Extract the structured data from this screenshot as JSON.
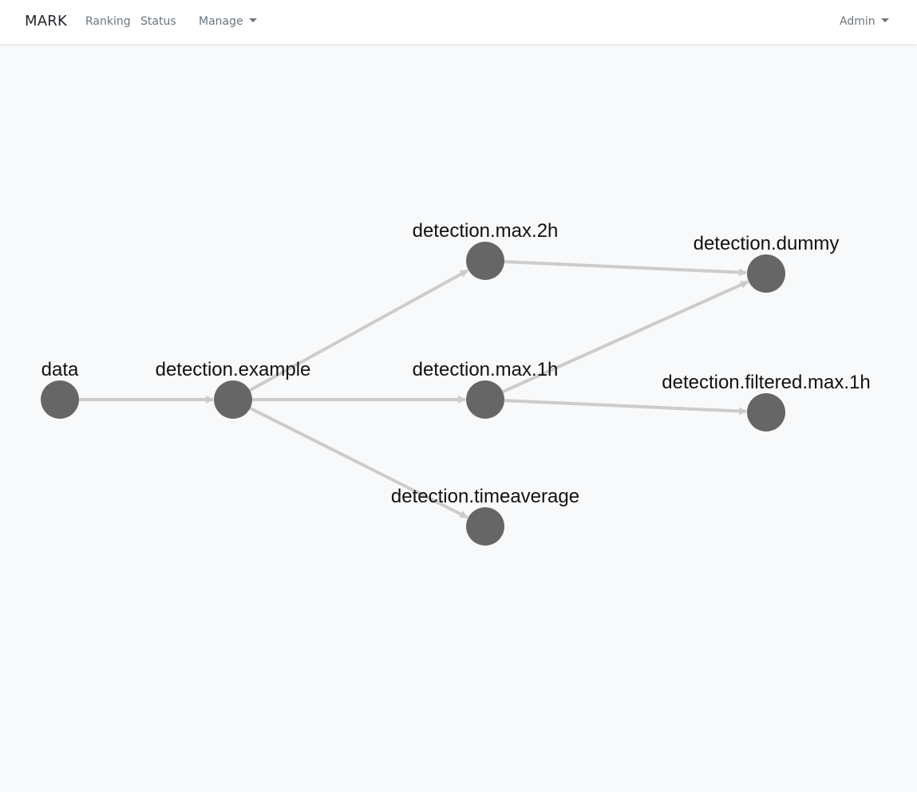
{
  "navbar": {
    "brand": "MARK",
    "links": {
      "ranking": "Ranking",
      "status": "Status"
    },
    "manage_dropdown": "Manage",
    "admin_dropdown": "Admin"
  },
  "graph": {
    "colors": {
      "node": "#666666",
      "edge": "#cccccc"
    },
    "nodes": [
      {
        "id": "data",
        "label": "data"
      },
      {
        "id": "example",
        "label": "detection.example"
      },
      {
        "id": "max2h",
        "label": "detection.max.2h"
      },
      {
        "id": "max1h",
        "label": "detection.max.1h"
      },
      {
        "id": "timeavg",
        "label": "detection.timeaverage"
      },
      {
        "id": "dummy",
        "label": "detection.dummy"
      },
      {
        "id": "filtered",
        "label": "detection.filtered.max.1h"
      }
    ],
    "edges": [
      {
        "from": "data",
        "to": "example"
      },
      {
        "from": "example",
        "to": "max2h"
      },
      {
        "from": "example",
        "to": "max1h"
      },
      {
        "from": "example",
        "to": "timeavg"
      },
      {
        "from": "max2h",
        "to": "dummy"
      },
      {
        "from": "max1h",
        "to": "dummy"
      },
      {
        "from": "max1h",
        "to": "filtered"
      }
    ]
  }
}
